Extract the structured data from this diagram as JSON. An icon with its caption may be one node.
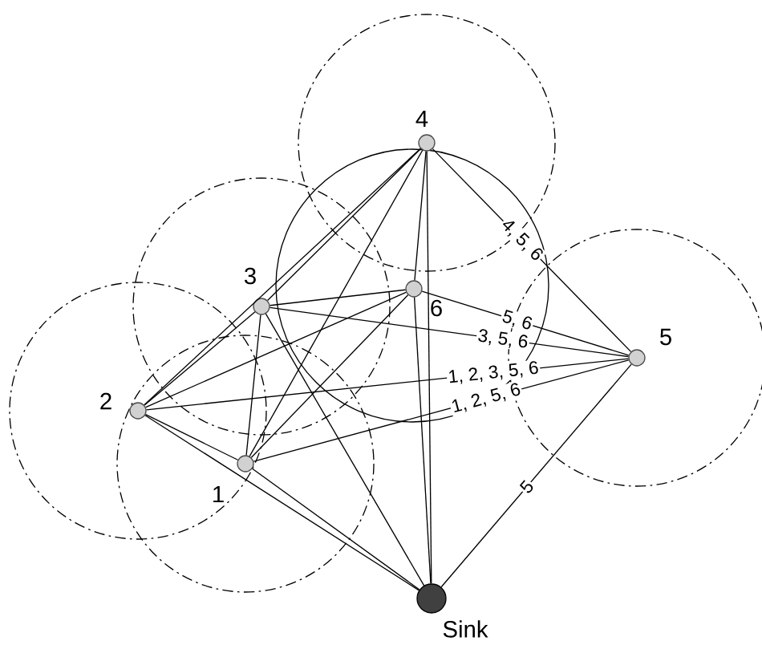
{
  "diagram": {
    "nodes": [
      {
        "text": [],
        "shape": "circle",
        "beside": [
          "1"
        ]
      },
      {
        "text": [],
        "shape": "circle",
        "beside": [
          "2"
        ]
      },
      {
        "text": [],
        "shape": "circle",
        "beside": [
          "3"
        ]
      },
      {
        "text": [],
        "shape": "circle",
        "beside": [
          "4"
        ]
      },
      {
        "text": [],
        "shape": "circle",
        "beside": [
          "5"
        ]
      },
      {
        "text": [],
        "shape": "circle",
        "beside": [
          "6"
        ]
      },
      {
        "text": [],
        "shape": "circle",
        "beside": [
          "Sink"
        ]
      }
    ],
    "edges": [
      {
        "from": 3,
        "to": 1,
        "arrow": "none"
      },
      {
        "from": 3,
        "to": 2,
        "arrow": "none"
      },
      {
        "from": 3,
        "to": 0,
        "arrow": "none"
      },
      {
        "from": 3,
        "to": 5,
        "arrow": "none"
      },
      {
        "from": 3,
        "to": 4,
        "arrow": "none",
        "label": "4, 5, 6"
      },
      {
        "from": 3,
        "to": 6,
        "arrow": "none"
      },
      {
        "from": 2,
        "to": 1,
        "arrow": "none"
      },
      {
        "from": 2,
        "to": 5,
        "arrow": "none"
      },
      {
        "from": 2,
        "to": 4,
        "arrow": "none",
        "label": "3, 5, 6"
      },
      {
        "from": 2,
        "to": 0,
        "arrow": "none"
      },
      {
        "from": 2,
        "to": 6,
        "arrow": "none"
      },
      {
        "from": 5,
        "to": 4,
        "arrow": "none",
        "label": "5, 6"
      },
      {
        "from": 5,
        "to": 1,
        "arrow": "none"
      },
      {
        "from": 5,
        "to": 0,
        "arrow": "none"
      },
      {
        "from": 5,
        "to": 6,
        "arrow": "none"
      },
      {
        "from": 1,
        "to": 4,
        "arrow": "none",
        "label": "1, 2, 3, 5, 6"
      },
      {
        "from": 1,
        "to": 0,
        "arrow": "none"
      },
      {
        "from": 1,
        "to": 6,
        "arrow": "none"
      },
      {
        "from": 0,
        "to": 4,
        "arrow": "none",
        "label": "1, 2, 5, 6"
      },
      {
        "from": 0,
        "to": 6,
        "arrow": "none"
      },
      {
        "from": 4,
        "to": 6,
        "arrow": "none",
        "label": "5"
      }
    ]
  }
}
